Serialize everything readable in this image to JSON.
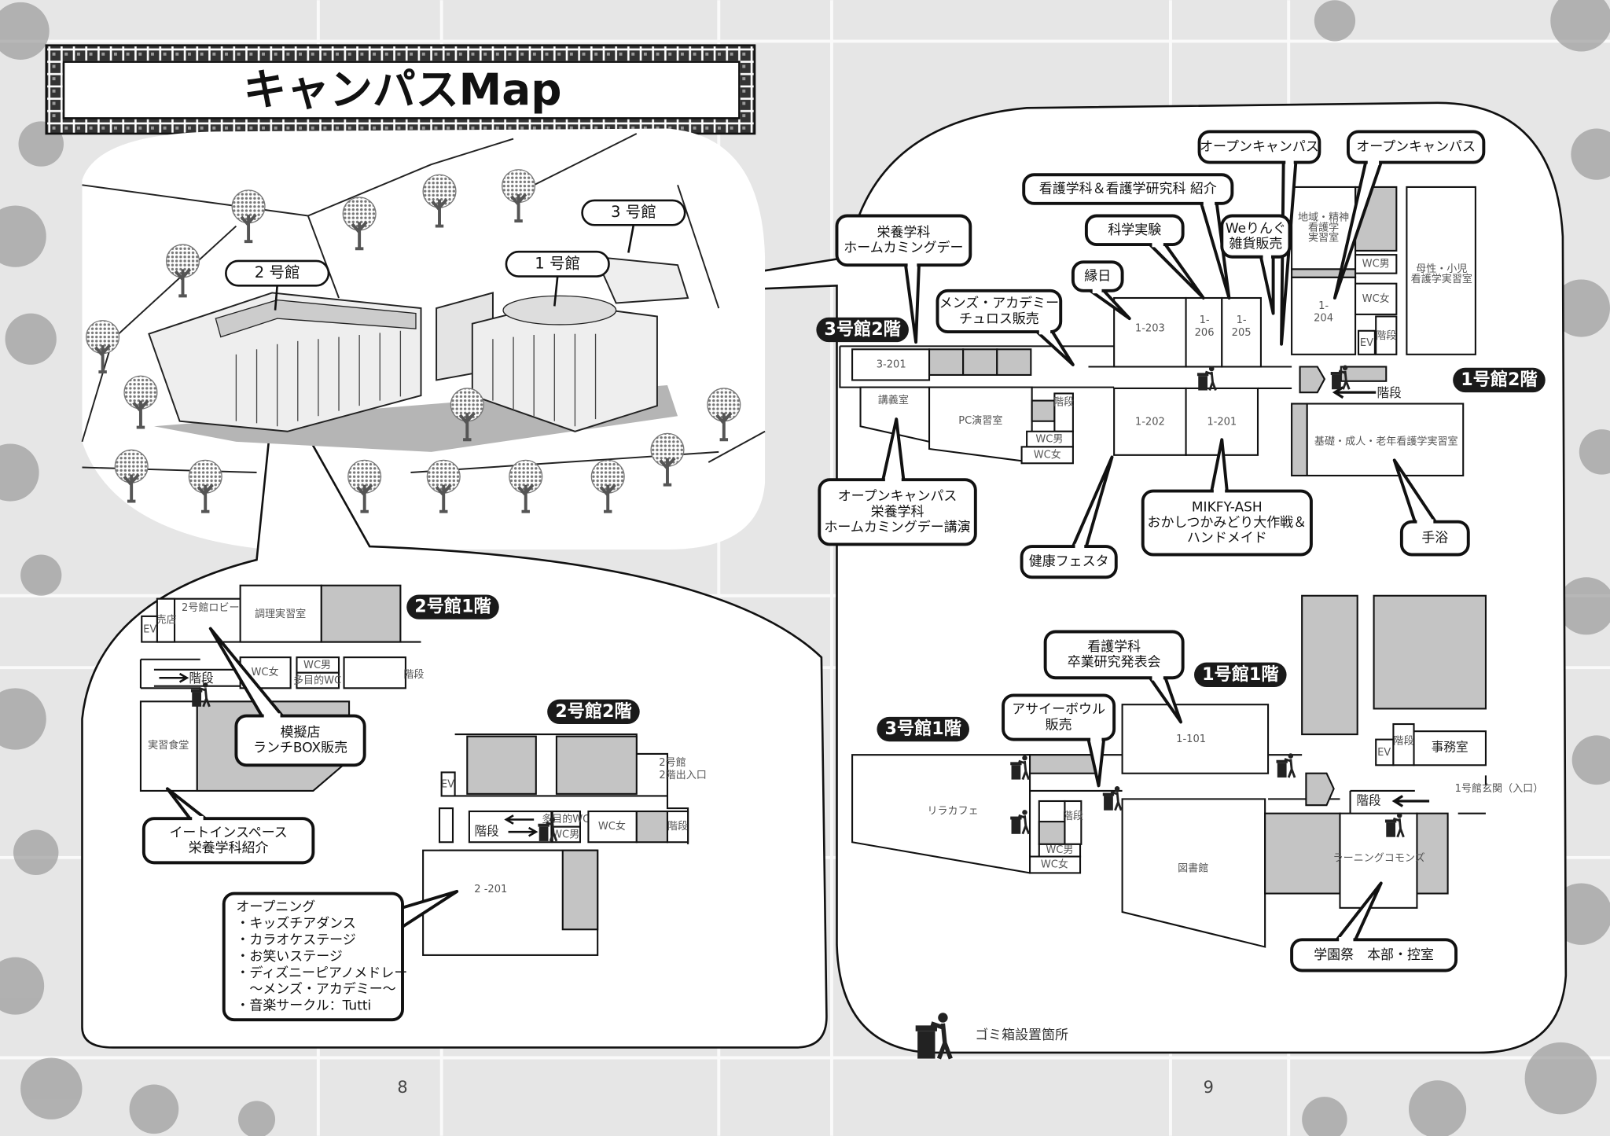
{
  "title": "キャンパスMap",
  "buildings": {
    "b3": "3 号館",
    "b2": "2 号館",
    "b1": "1 号館"
  },
  "floors": {
    "b3f2": "3号館2階",
    "b1f2": "1号館2階",
    "b1f1": "1号館1階",
    "b3f1": "3号館1階",
    "b2f1": "2号館1階",
    "b2f2": "2号館2階"
  },
  "rooms": {
    "r3201": "3-201",
    "kogishitsu": "講義室",
    "pc": "PC演習室",
    "kaidan": "階段",
    "wc_m": "WC男",
    "wc_f": "WC女",
    "tamokuteki": "多目的WC",
    "ev": "EV",
    "r1203": "1-203",
    "r1206a": "1-",
    "r1206b": "206",
    "r1205a": "1-",
    "r1205b": "205",
    "r1202": "1-202",
    "r1201": "1-201",
    "r1204a": "1-",
    "r1204b": "204",
    "chiiki": [
      "地域・精神",
      "看護学",
      "実習室"
    ],
    "bosei": [
      "母性・小児",
      "看護学実習室"
    ],
    "kiso": "基礎・成人・老年看護学実習室",
    "r1101": "1-101",
    "jimushitsu": "事務室",
    "rilacafe": "リラカフェ",
    "toshokan": "図書館",
    "learning": "ラーニングコモンズ",
    "genkan": "1号館玄関（入口）",
    "lobby": "2号館ロビー",
    "baiten": "売店",
    "chouri": "調理実習室",
    "shokudo": "実習食堂",
    "r2201": "2 -201",
    "entrance2": [
      "2号館",
      "2階出入口"
    ]
  },
  "callouts": [
    {
      "lines": [
        "オープンキャンパス"
      ]
    },
    {
      "lines": [
        "オープンキャンパス"
      ]
    },
    {
      "lines": [
        "看護学科＆看護学研究科 紹介"
      ]
    },
    {
      "lines": [
        "栄養学科",
        "ホームカミングデー"
      ]
    },
    {
      "lines": [
        "科学実験"
      ]
    },
    {
      "lines": [
        "Weりんぐ",
        "雑貨販売"
      ]
    },
    {
      "lines": [
        "縁日"
      ]
    },
    {
      "lines": [
        "メンズ・アカデミー",
        "チュロス販売"
      ]
    },
    {
      "lines": [
        "オープンキャンパス",
        "栄養学科",
        "ホームカミングデー講演"
      ]
    },
    {
      "lines": [
        "健康フェスタ"
      ]
    },
    {
      "lines": [
        "MIKFY-ASH",
        "おかしつかみどり大作戦＆",
        "ハンドメイド"
      ]
    },
    {
      "lines": [
        "手浴"
      ]
    },
    {
      "lines": [
        "看護学科",
        "卒業研究発表会"
      ]
    },
    {
      "lines": [
        "アサイーボウル",
        "販売"
      ]
    },
    {
      "lines": [
        "学園祭　本部・控室"
      ]
    },
    {
      "lines": [
        "模擬店",
        "ランチBOX販売"
      ]
    },
    {
      "lines": [
        "イートインスペース",
        "栄養学科紹介"
      ]
    },
    {
      "lines": [
        "オープニング",
        "・キッズチアダンス",
        "・カラオケステージ",
        "・お笑いステージ",
        "・ディズニーピアノメドレー",
        "　～メンズ・アカデミー～",
        "・音楽サークル：Tutti"
      ]
    }
  ],
  "legend": {
    "icon": "trash-can-icon",
    "label": "ゴミ箱設置箇所"
  },
  "pages": {
    "left": "8",
    "right": "9"
  },
  "colors": {
    "background": "#e6e6e6",
    "room_fill": "#ffffff",
    "shaded_area": "#c4c4c4",
    "label_pill": "#1a1a1a"
  }
}
